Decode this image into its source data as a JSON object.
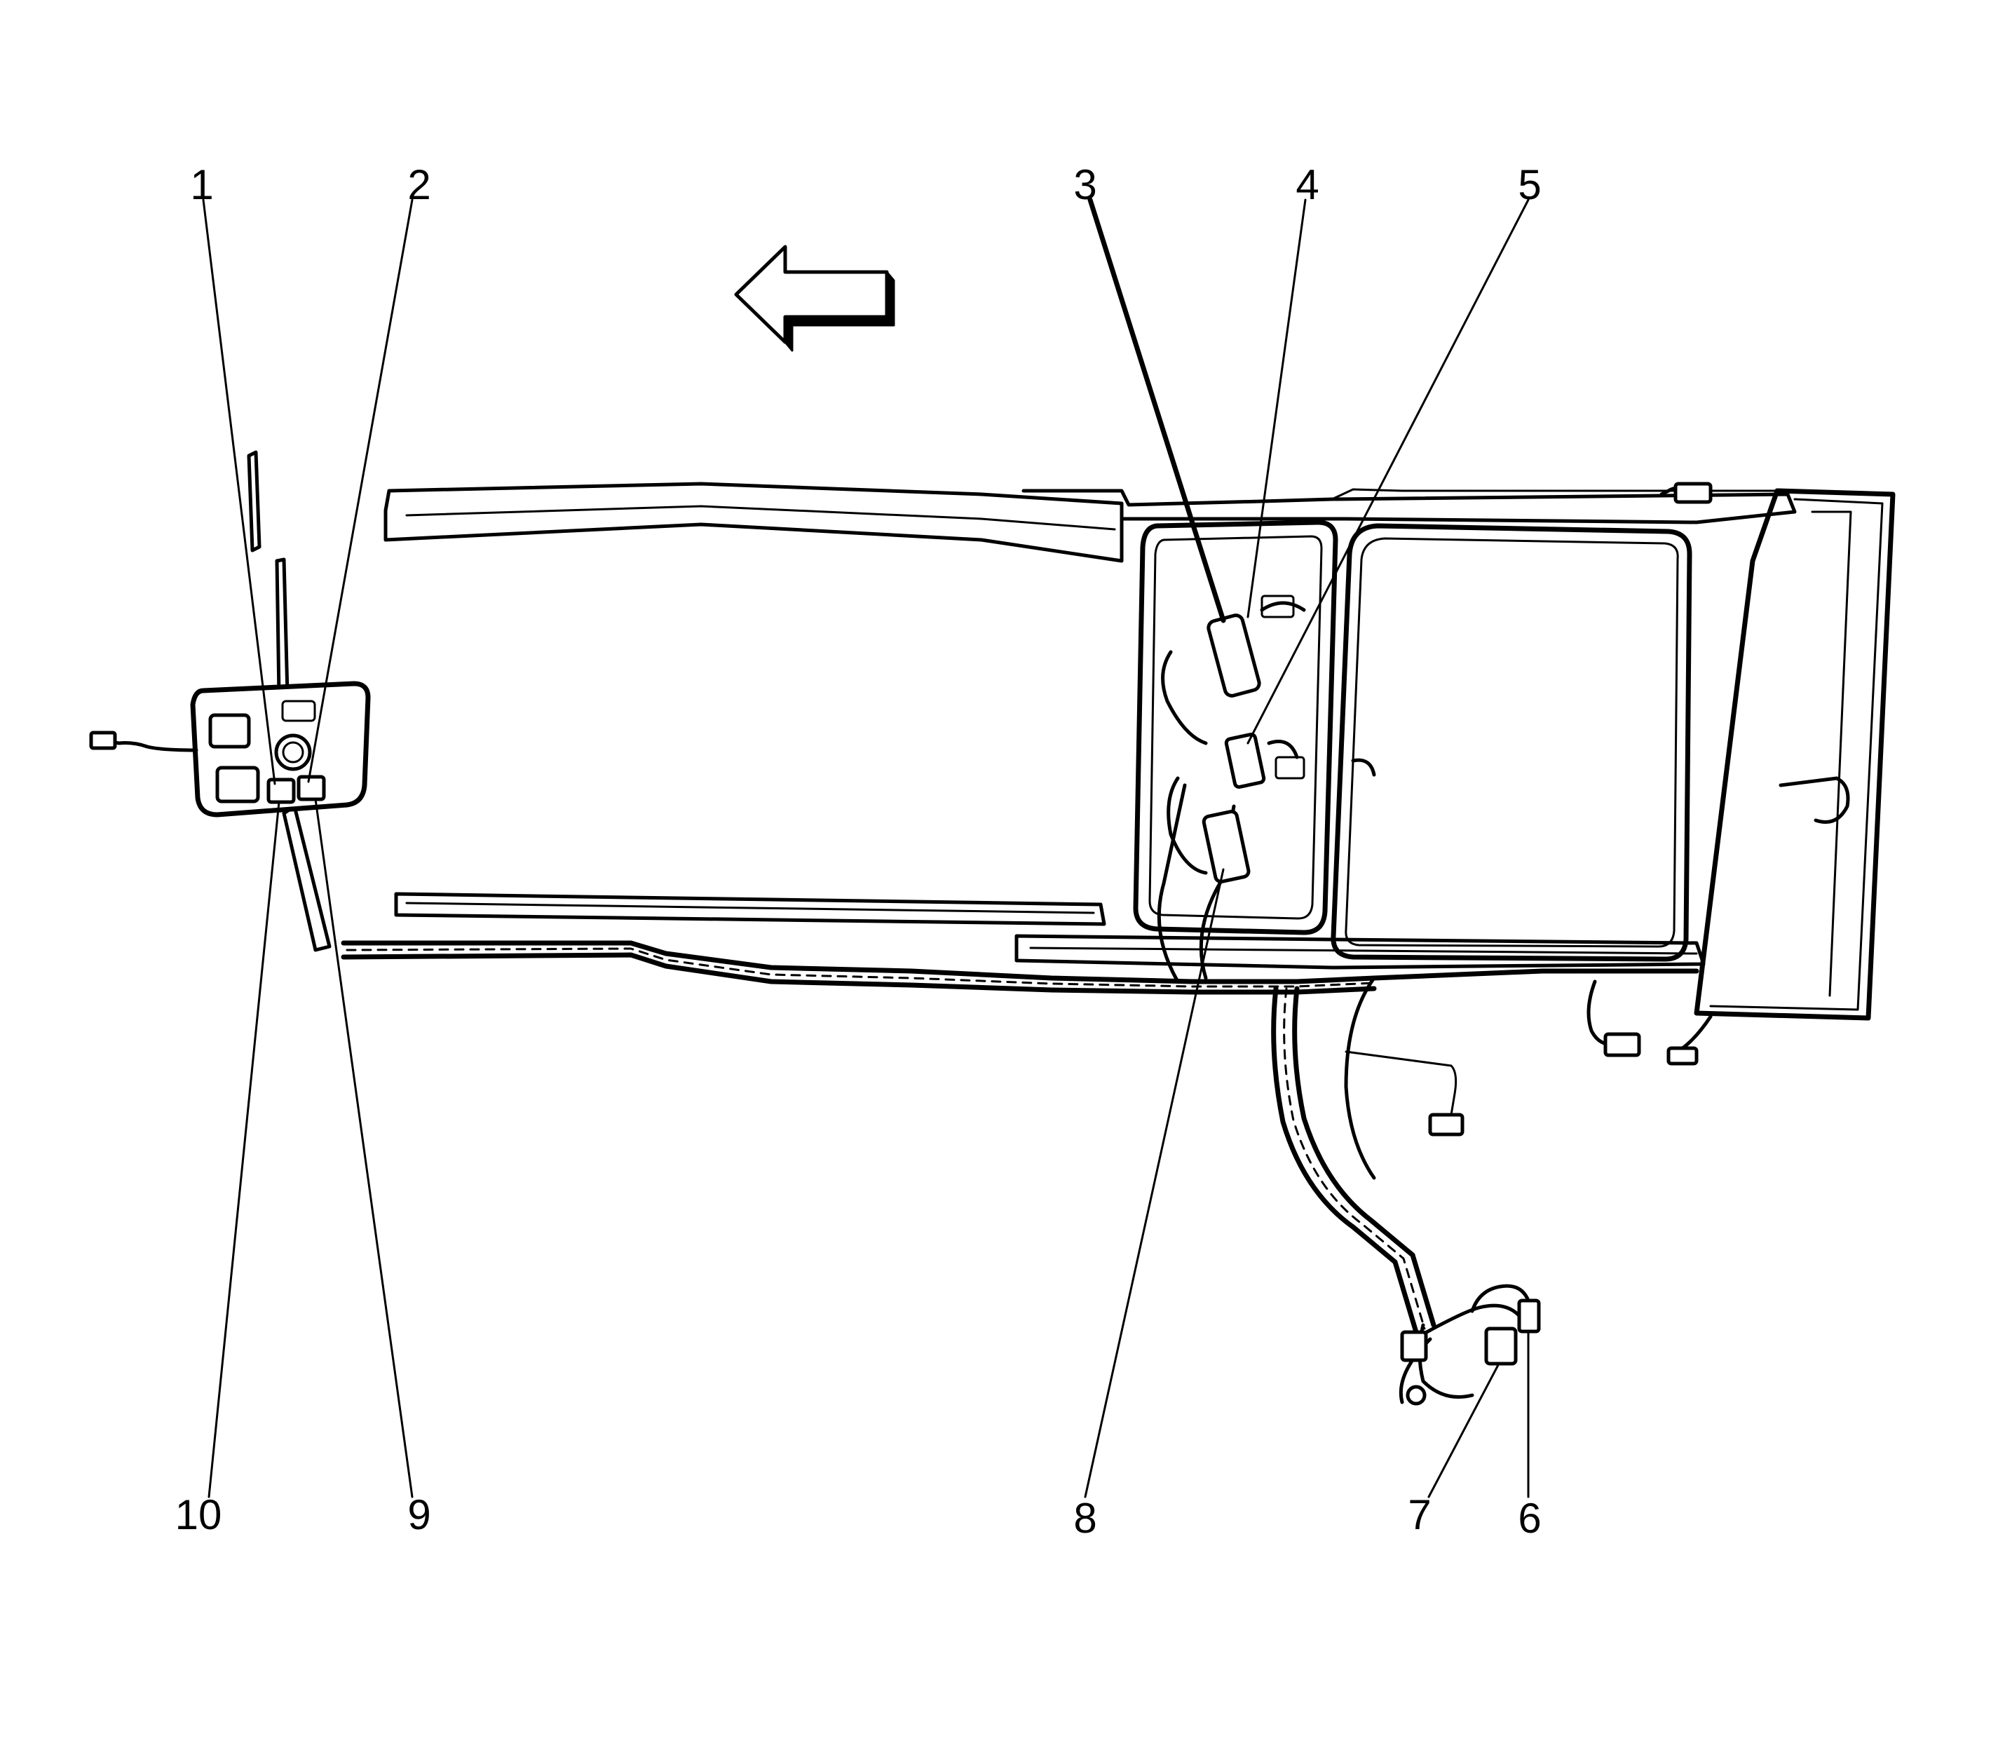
{
  "callouts": [
    {
      "id": "1",
      "label": "1"
    },
    {
      "id": "2",
      "label": "2"
    },
    {
      "id": "3",
      "label": "3"
    },
    {
      "id": "4",
      "label": "4"
    },
    {
      "id": "5",
      "label": "5"
    },
    {
      "id": "6",
      "label": "6"
    },
    {
      "id": "7",
      "label": "7"
    },
    {
      "id": "8",
      "label": "8"
    },
    {
      "id": "9",
      "label": "9"
    },
    {
      "id": "10",
      "label": "10"
    }
  ],
  "direction_arrow": {
    "icon": "arrow-left-icon",
    "points": "front"
  },
  "colors": {
    "line": "#000000",
    "background": "#ffffff"
  }
}
